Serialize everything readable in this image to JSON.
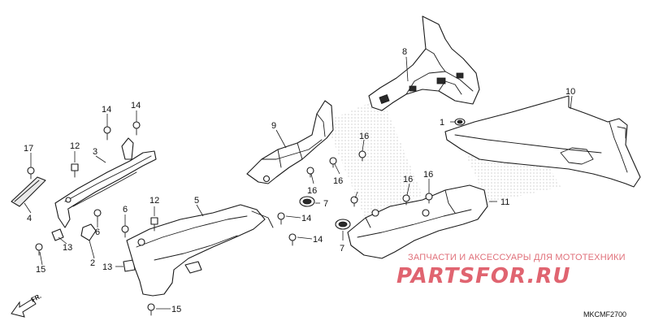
{
  "callouts": [
    {
      "id": "c1",
      "label": "1"
    },
    {
      "id": "c2",
      "label": "2"
    },
    {
      "id": "c3",
      "label": "3"
    },
    {
      "id": "c4",
      "label": "4"
    },
    {
      "id": "c5",
      "label": "5"
    },
    {
      "id": "c6a",
      "label": "6"
    },
    {
      "id": "c6b",
      "label": "6"
    },
    {
      "id": "c7a",
      "label": "7"
    },
    {
      "id": "c7b",
      "label": "7"
    },
    {
      "id": "c8",
      "label": "8"
    },
    {
      "id": "c9",
      "label": "9"
    },
    {
      "id": "c10",
      "label": "10"
    },
    {
      "id": "c11",
      "label": "11"
    },
    {
      "id": "c12a",
      "label": "12"
    },
    {
      "id": "c12b",
      "label": "12"
    },
    {
      "id": "c13a",
      "label": "13"
    },
    {
      "id": "c13b",
      "label": "13"
    },
    {
      "id": "c14a",
      "label": "14"
    },
    {
      "id": "c14b",
      "label": "14"
    },
    {
      "id": "c14c",
      "label": "14"
    },
    {
      "id": "c14d",
      "label": "14"
    },
    {
      "id": "c15a",
      "label": "15"
    },
    {
      "id": "c15b",
      "label": "15"
    },
    {
      "id": "c16a",
      "label": "16"
    },
    {
      "id": "c16b",
      "label": "16"
    },
    {
      "id": "c16c",
      "label": "16"
    },
    {
      "id": "c16d",
      "label": "16"
    },
    {
      "id": "c16e",
      "label": "16"
    },
    {
      "id": "c17",
      "label": "17"
    }
  ],
  "direction_label": "FR.",
  "diagram_code": "MKCMF2700",
  "watermark": {
    "tagline": "ЗАПЧАСТИ И АКСЕССУАРЫ ДЛЯ МОТОТЕХНИКИ",
    "logo": "PARTSFOR.RU",
    "color": "#e06470"
  }
}
